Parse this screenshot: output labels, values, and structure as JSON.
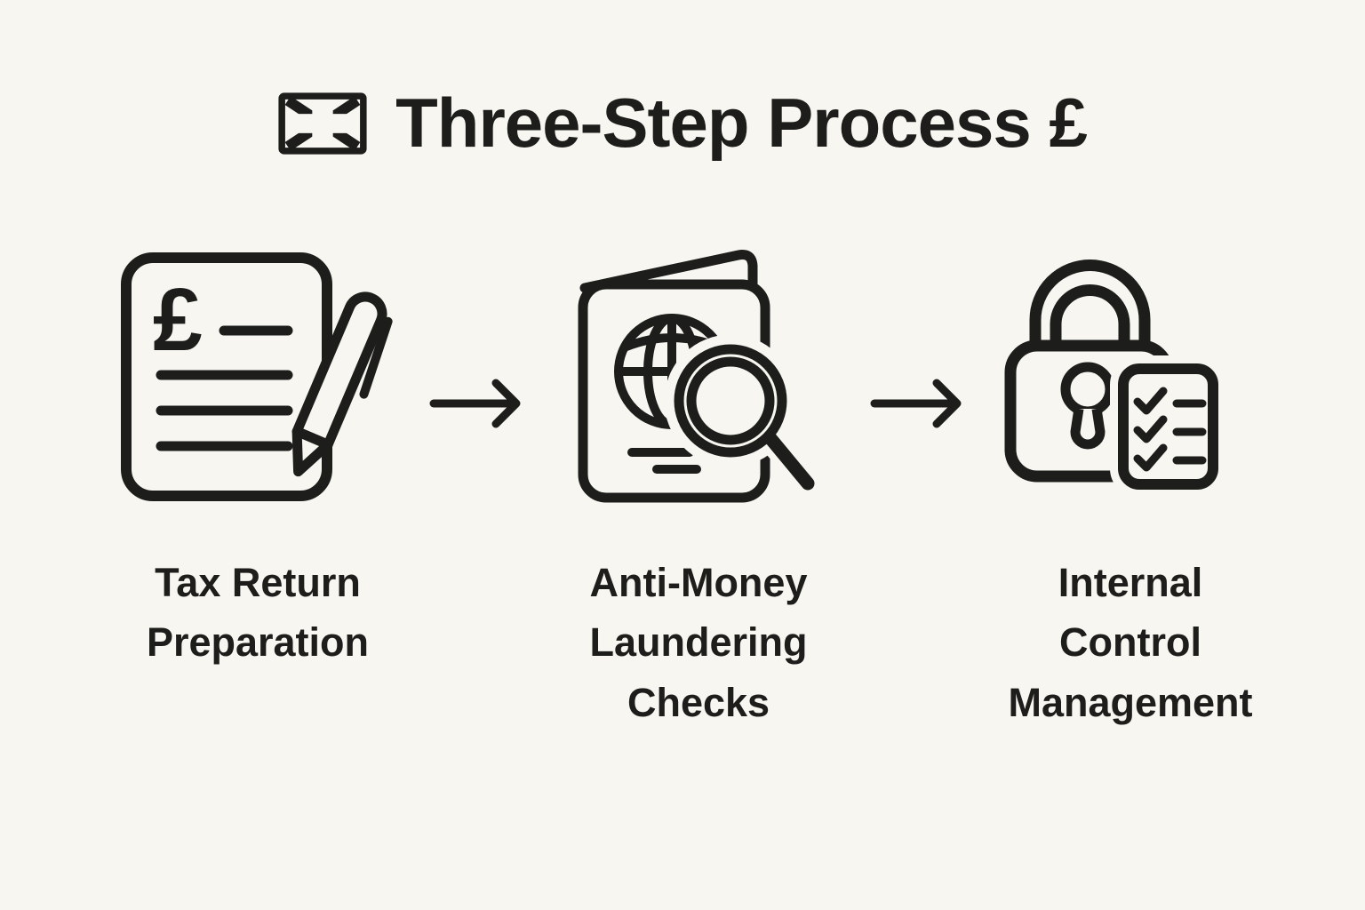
{
  "colors": {
    "background": "#f7f6f1",
    "ink": "#1d1d1b"
  },
  "header": {
    "title": "Three-Step Process £",
    "flag_icon": "uk-flag-icon"
  },
  "steps": [
    {
      "label": "Tax Return\nPreparation",
      "icon": "tax-return-document-pen-icon"
    },
    {
      "label": "Anti-Money\nLaundering\nChecks",
      "icon": "passport-globe-magnifier-icon"
    },
    {
      "label": "Internal\nControl\nManagement",
      "icon": "padlock-checklist-icon"
    }
  ],
  "connectors": [
    {
      "type": "right-arrow"
    },
    {
      "type": "right-arrow"
    }
  ]
}
